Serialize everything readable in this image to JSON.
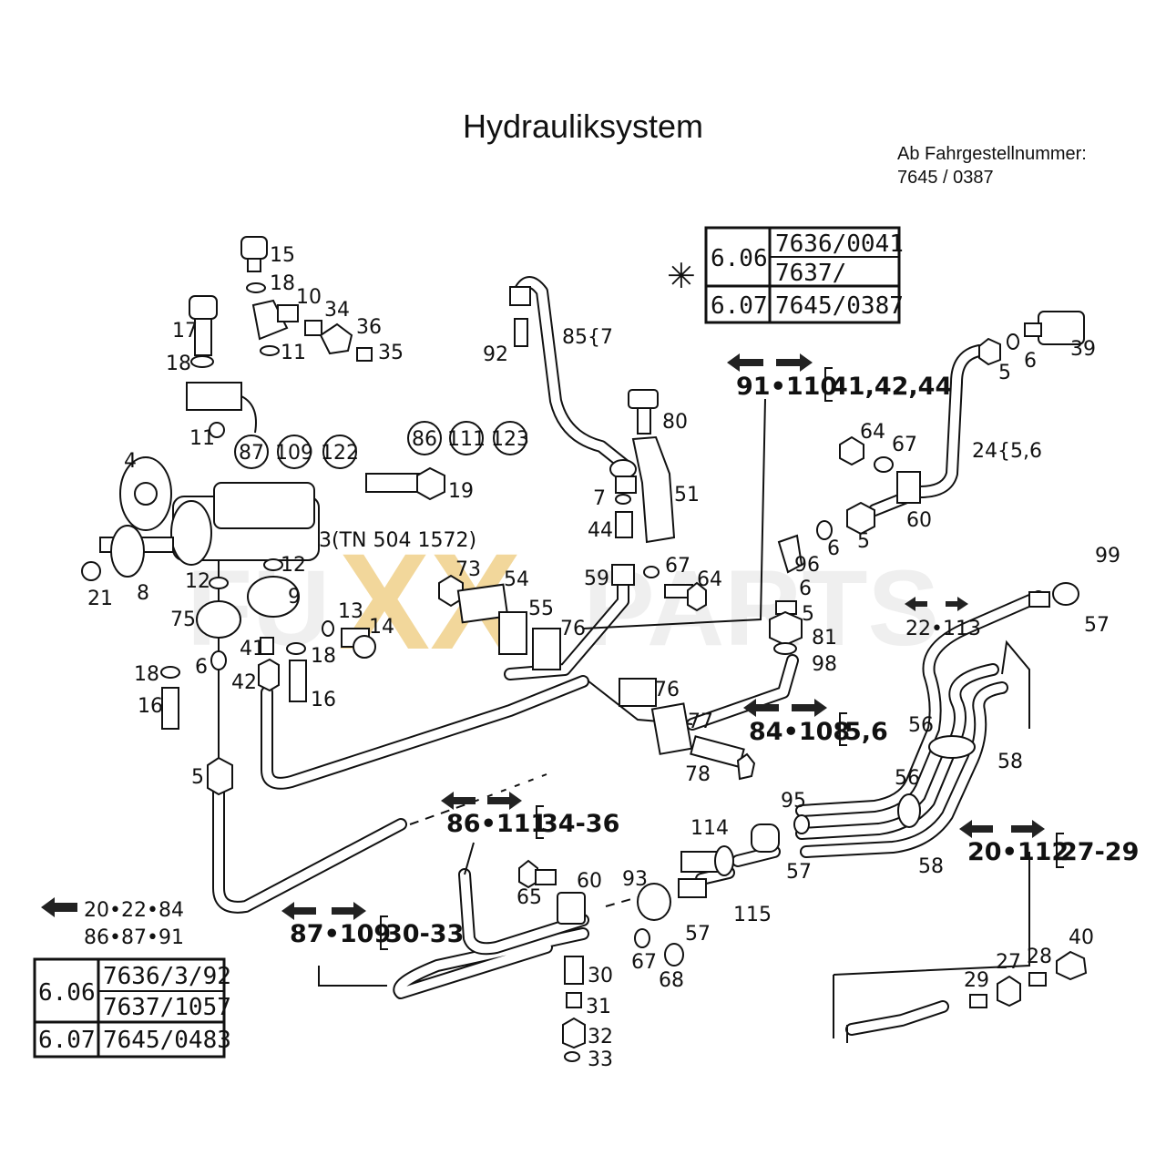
{
  "title": "Hydrauliksystem",
  "serial": {
    "label": "Ab Fahrgestellnummer:",
    "value": "7645 / 0387"
  },
  "watermark": {
    "part1": "FU",
    "part2": "XX",
    "part3": "PARTS",
    "accent": "#e8b84a"
  },
  "table_top": {
    "star": "✳",
    "rows": [
      {
        "version": "6.06",
        "values": [
          "7636/0041",
          "7637/"
        ]
      },
      {
        "version": "6.07",
        "values": [
          "7645/0387"
        ]
      }
    ]
  },
  "table_bottom": {
    "rows": [
      {
        "version": "6.06",
        "values": [
          "7636/3/92",
          "7637/1057"
        ]
      },
      {
        "version": "6.07",
        "values": [
          "7645/0483"
        ]
      }
    ]
  },
  "references": {
    "r1": {
      "left": "91",
      "right": "110",
      "target": "41,42,44"
    },
    "r2": {
      "left": "84",
      "right": "108",
      "target": "5,6"
    },
    "r3": {
      "left": "86",
      "right": "111",
      "target": "34-36"
    },
    "r4": {
      "left": "20",
      "right": "112",
      "target": "27-29"
    },
    "r5": {
      "left": "87",
      "right": "109",
      "target": "30-33"
    },
    "r6": {
      "left": "22",
      "right": "113"
    },
    "r7": {
      "line1": "20•22•84",
      "line2": "86•87•91"
    }
  },
  "circled": [
    "87",
    "109",
    "122",
    "86",
    "111",
    "123"
  ],
  "extra": {
    "pump_ref": "3(TN 504 1572)",
    "e85": "85{7",
    "e24": "24{5,6"
  },
  "labels": {
    "l15": "15",
    "l18a": "18",
    "l10": "10",
    "l34": "34",
    "l36": "36",
    "l11a": "11",
    "l35": "35",
    "l17": "17",
    "l18b": "18",
    "l11b": "11",
    "l4": "4",
    "l19": "19",
    "l21": "21",
    "l8": "8",
    "l12a": "12",
    "l12b": "12",
    "l9": "9",
    "l75": "75",
    "l13": "13",
    "l14": "14",
    "l41": "41",
    "l18c": "18",
    "l6a": "6",
    "l42": "42",
    "l16a": "16",
    "l18d": "18",
    "l16b": "16",
    "l5a": "5",
    "l92": "92",
    "l73": "73",
    "l54": "54",
    "l55": "55",
    "l76a": "76",
    "l80": "80",
    "l51": "51",
    "l7": "7",
    "l44": "44",
    "l59": "59",
    "l67a": "67",
    "l64a": "64",
    "l76b": "76",
    "l77": "77",
    "l78": "78",
    "l39": "39",
    "l5b": "5",
    "l6b": "6",
    "l64b": "64",
    "l67b": "67",
    "l60a": "60",
    "l6c": "6",
    "l5c": "5",
    "l96": "96",
    "l6d": "6",
    "l5d": "5",
    "l81": "81",
    "l98": "98",
    "l99": "99",
    "l57a": "57",
    "l56a": "56",
    "l58a": "58",
    "l56b": "56",
    "l58b": "58",
    "l95": "95",
    "l57b": "57",
    "l114": "114",
    "l115": "115",
    "l93": "93",
    "l57c": "57",
    "l65": "65",
    "l60b": "60",
    "l67c": "67",
    "l68": "68",
    "l30": "30",
    "l31": "31",
    "l32": "32",
    "l33": "33",
    "l29": "29",
    "l27": "27",
    "l28": "28",
    "l40": "40"
  }
}
